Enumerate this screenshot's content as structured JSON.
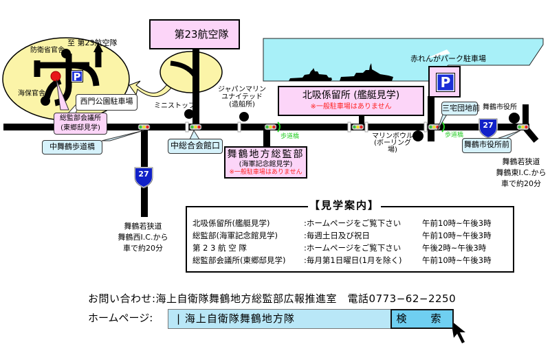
{
  "colors": {
    "road": "#000000",
    "sea": "#a8f0f8",
    "inset_bubble": "#fbf4a8",
    "facility_box": "#fcd5f8",
    "callout_blue": "#d6f2fb",
    "parking_blue": "#1b2fd6",
    "route_shield": "#1020c8",
    "warning_red": "#ff2020",
    "footbridge_green": "#22cc22",
    "search_input": "#b9e7f7",
    "search_button": "#6fcff1"
  },
  "inset": {
    "to_label": "至 第23航空隊",
    "bouei_kansha": "防衛省官舎",
    "kaiho_kansha": "海保官舎",
    "nishimon_parking": "西門公園駐車場",
    "parking_icon": "P",
    "soukanbu_kaigisho": "総監部会議所",
    "soukanbu_kaigisho_sub": "(東郷邸見学)"
  },
  "facilities": {
    "air_group": "第23航空隊",
    "kitasui": {
      "name": "北吸係留所 (艦艇見学)",
      "note": "※一般駐車場はありません"
    },
    "soukanbu": {
      "name": "舞鶴地方総監部",
      "sub": "(海軍記念館見学)",
      "note": "※一般駐車場はありません"
    }
  },
  "landmarks": {
    "ministop": "ミニストップ",
    "japan_marine": [
      "ジャパンマリン",
      "ユナイテッド",
      "(造船所)"
    ],
    "marine_bowl": [
      "マリンボウル",
      "(ボーリング場)"
    ],
    "akarenga_parking": "赤れんがパーク駐車場",
    "akarenga_parking_icon": "P",
    "city_hall": "舞鶴市役所",
    "footbridge_1": "歩道橋",
    "footbridge_2": "歩道橋"
  },
  "callouts": {
    "naka_maizuru_footbridge": "中舞鶴歩道橋",
    "naka_sogo_kaikan": "中総合会館口",
    "sanyaku_danchi": "三宅団地前",
    "city_hall_mae": "舞鶴市役所前"
  },
  "routes": {
    "route_number": "27",
    "west_access": [
      "舞鶴若狭道",
      "舞鶴西I.C.から",
      "車で約20分"
    ],
    "east_access": [
      "舞鶴若狭道",
      "舞鶴東I.C.から",
      "車で約20分"
    ]
  },
  "tour_info": {
    "title": "【見学案内】",
    "rows": [
      {
        "place": "北吸係留所(艦艇見学)",
        "days": ":ホームページをご覧下さい",
        "hours": "午前10時~午後3時"
      },
      {
        "place": "総監部(海軍記念館見学)",
        "days": ":毎週土日及び祝日",
        "hours": "午前10時~午後3時"
      },
      {
        "place": "第 2 3 航 空 隊",
        "days": ":ホームページをご覧下さい",
        "hours": "午後2時~午後3時"
      },
      {
        "place": "総監部会議所(東郷邸見学)",
        "days": ":毎月第1日曜日(1月を除く)",
        "hours": "午前10時~午後3時"
      }
    ]
  },
  "contact": {
    "text": "お問い合わせ:海上自衛隊舞鶴地方総監部広報推進室　電話0773−62−2250"
  },
  "homepage": {
    "label": "ホームページ:",
    "search_value": "|  海上自衛隊舞鶴地方隊",
    "search_button": "検　索"
  }
}
